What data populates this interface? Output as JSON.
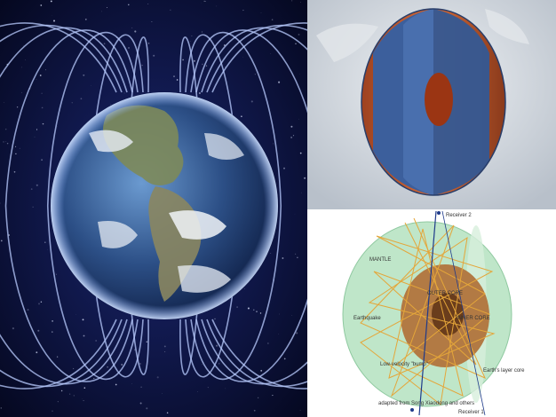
{
  "images": {
    "earth_magnetic_field": {
      "subject": "earth-with-magnetic-field-lines"
    },
    "earth_cutaway": {
      "subject": "earth-interior-cutaway"
    },
    "seismic_diagram": {
      "subject": "seismic-ray-paths-diagram",
      "labels": {
        "top": "Receiver 2",
        "mantle": "MANTLE",
        "outer_core": "OUTER CORE",
        "inner_core": "INNER CORE",
        "earthquake": "Earthquake",
        "slow_anomaly": "Low-velocity \"bump\"",
        "path": "Earth's layer core",
        "caption": "adapted from Song Xiaodong and others",
        "receiver": "Receiver 1"
      }
    }
  },
  "colors": {
    "space": "#070b2a",
    "field_lines": "#b9ccff",
    "ocean": "#2c4f86",
    "crust": "#2f5fa6",
    "mantle_cut": "#c4572d",
    "inner_core_cut": "#9b3513",
    "diagram_mantle": "#bfe6c9",
    "diagram_core": "#b27a44",
    "rays": "#e4a63a"
  }
}
